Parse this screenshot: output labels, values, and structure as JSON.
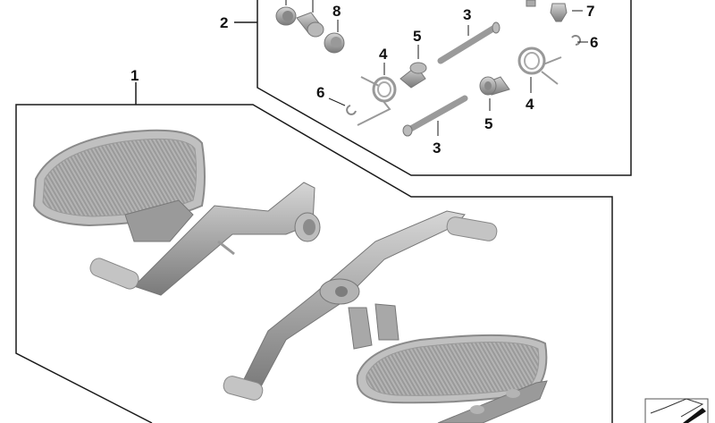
{
  "diagram": {
    "type": "exploded parts diagram",
    "subject": "Footboard / floorboard kit with shift and brake levers",
    "callouts": [
      {
        "id": "c1",
        "label": "1",
        "desc": "Floorboard kit assembly"
      },
      {
        "id": "c2",
        "label": "2",
        "desc": "Small parts kit"
      },
      {
        "id": "c3a",
        "label": "3",
        "desc": "Pin (upper)"
      },
      {
        "id": "c3b",
        "label": "3",
        "desc": "Pin (lower)"
      },
      {
        "id": "c4a",
        "label": "4",
        "desc": "Torsion spring (left)"
      },
      {
        "id": "c4b",
        "label": "4",
        "desc": "Torsion spring (right)"
      },
      {
        "id": "c5a",
        "label": "5",
        "desc": "Bushing (left)"
      },
      {
        "id": "c5b",
        "label": "5",
        "desc": "Bushing (right)"
      },
      {
        "id": "c6a",
        "label": "6",
        "desc": "Circlip (left)"
      },
      {
        "id": "c6b",
        "label": "6",
        "desc": "Circlip (right)"
      },
      {
        "id": "c7",
        "label": "7",
        "desc": "Screw"
      },
      {
        "id": "c8",
        "label": "8",
        "desc": "Washer"
      }
    ],
    "colors": {
      "part": "#a9a9a9",
      "part_dark": "#7d7d7d",
      "part_light": "#cfcfcf",
      "line": "#1a1a1a"
    }
  }
}
